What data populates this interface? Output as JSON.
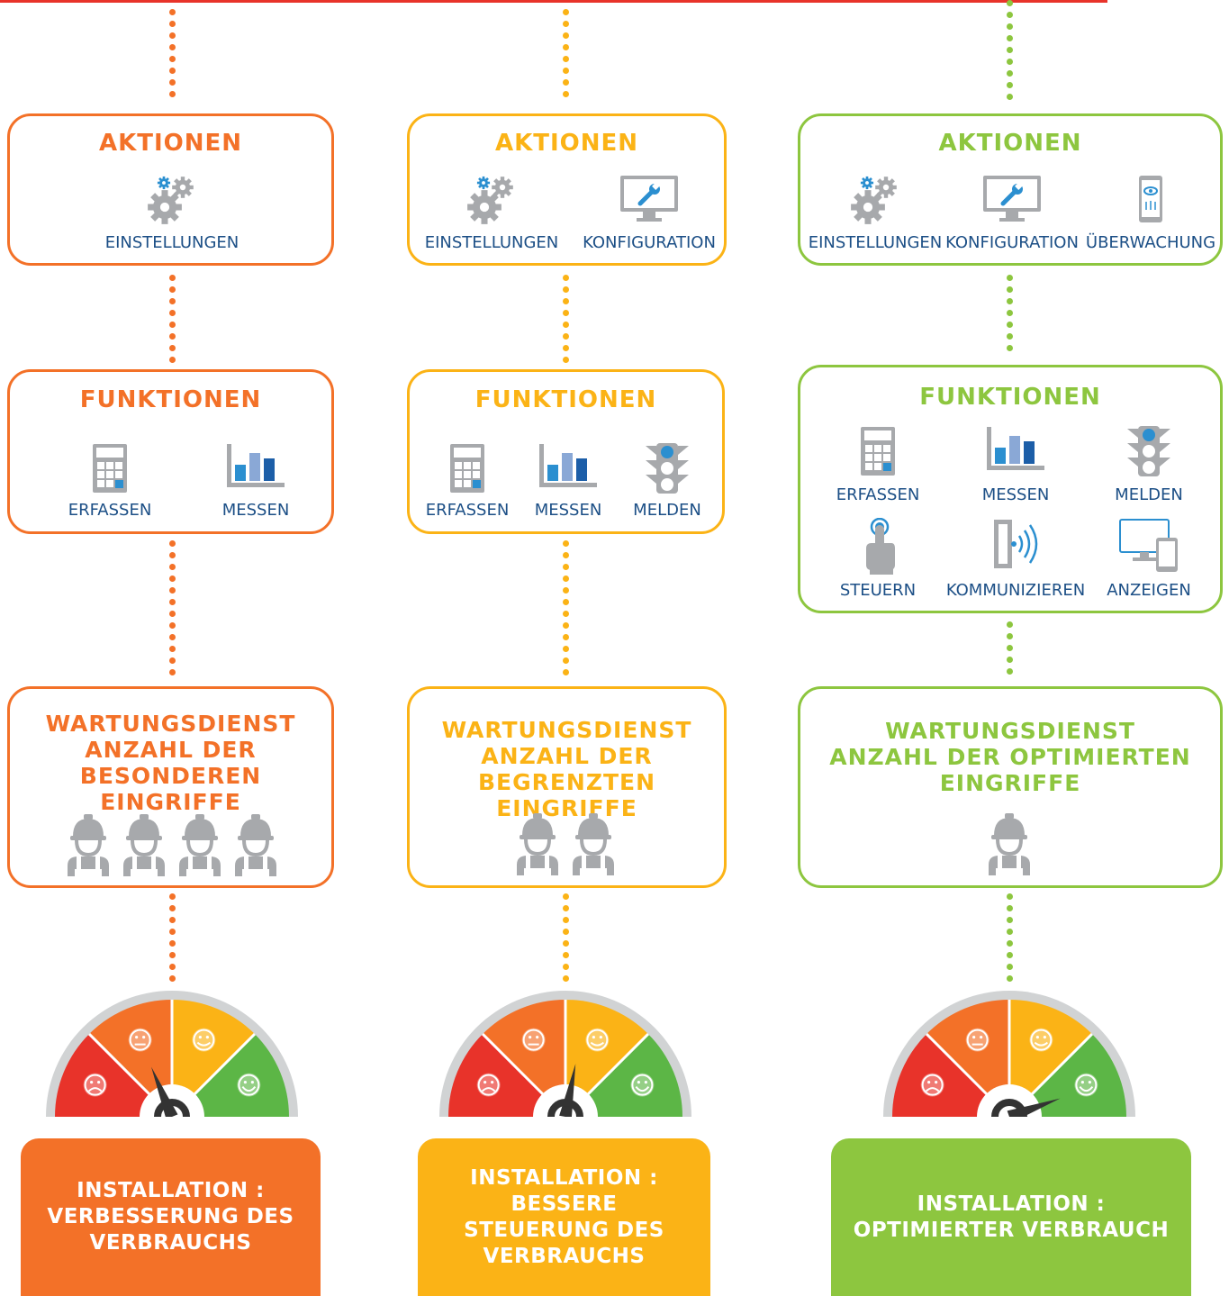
{
  "colors": {
    "orange": "#f37128",
    "yellow": "#fbb316",
    "green": "#8dc63f",
    "red_line": "#e8332a",
    "label_blue": "#1c4f86",
    "icon_gray": "#a7a9ac",
    "icon_blue": "#2b8fd0"
  },
  "columns": [
    {
      "color": "orange",
      "actions": {
        "title": "AKTIONEN",
        "items": [
          {
            "label": "EINSTELLUNGEN",
            "icon": "gears-icon"
          }
        ]
      },
      "functions": {
        "title": "FUNKTIONEN",
        "items": [
          {
            "label": "ERFASSEN",
            "icon": "calculator-icon"
          },
          {
            "label": "MESSEN",
            "icon": "bar-chart-icon"
          }
        ]
      },
      "maintenance": {
        "lines": [
          "WARTUNGSDIENST",
          "ANZAHL DER",
          "BESONDEREN EINGRIFFE"
        ],
        "technician_count": 4
      },
      "gauge_level": 0.375,
      "installation": {
        "lines": [
          "INSTALLATION :",
          "VERBESSERUNG DES",
          "VERBRAUCHS"
        ]
      }
    },
    {
      "color": "yellow",
      "actions": {
        "title": "AKTIONEN",
        "items": [
          {
            "label": "EINSTELLUNGEN",
            "icon": "gears-icon"
          },
          {
            "label": "KONFIGURATION",
            "icon": "monitor-wrench-icon"
          }
        ]
      },
      "functions": {
        "title": "FUNKTIONEN",
        "items": [
          {
            "label": "ERFASSEN",
            "icon": "calculator-icon"
          },
          {
            "label": "MESSEN",
            "icon": "bar-chart-icon"
          },
          {
            "label": "MELDEN",
            "icon": "traffic-light-icon"
          }
        ]
      },
      "maintenance": {
        "lines": [
          "WARTUNGSDIENST",
          "ANZAHL DER",
          "BEGRENZTEN EINGRIFFE"
        ],
        "technician_count": 2
      },
      "gauge_level": 0.56,
      "installation": {
        "lines": [
          "INSTALLATION : BESSERE",
          "STEUERUNG DES",
          "VERBRAUCHS"
        ]
      }
    },
    {
      "color": "green",
      "actions": {
        "title": "AKTIONEN",
        "items": [
          {
            "label": "EINSTELLUNGEN",
            "icon": "gears-icon"
          },
          {
            "label": "KONFIGURATION",
            "icon": "monitor-wrench-icon"
          },
          {
            "label": "ÜBERWACHUNG",
            "icon": "tablet-eye-icon"
          }
        ]
      },
      "functions": {
        "title": "FUNKTIONEN",
        "items": [
          {
            "label": "ERFASSEN",
            "icon": "calculator-icon"
          },
          {
            "label": "MESSEN",
            "icon": "bar-chart-icon"
          },
          {
            "label": "MELDEN",
            "icon": "traffic-light-icon"
          },
          {
            "label": "STEUERN",
            "icon": "hand-press-icon"
          },
          {
            "label": "KOMMUNIZIEREN",
            "icon": "wireless-signal-icon"
          },
          {
            "label": "ANZEIGEN",
            "icon": "monitor-tablet-icon"
          }
        ]
      },
      "maintenance": {
        "lines": [
          "WARTUNGSDIENST",
          "ANZAHL DER OPTIMIERTEN",
          "EINGRIFFE"
        ],
        "technician_count": 1
      },
      "gauge_level": 0.89,
      "installation": {
        "lines": [
          "INSTALLATION :",
          "OPTIMIERTER VERBRAUCH"
        ]
      }
    }
  ]
}
